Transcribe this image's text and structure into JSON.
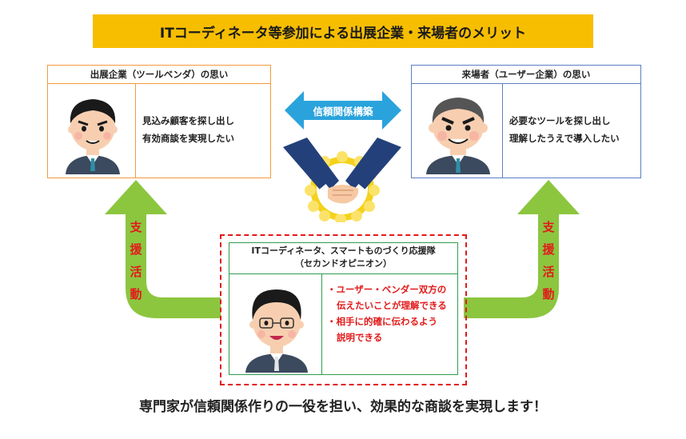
{
  "title": "ITコーディネータ等参加による出展企業・来場者のメリット",
  "left_panel": {
    "heading": "出展企業（ツールベンダ）の思い",
    "lines": [
      "見込み顧客を探し出し",
      "有効商談を実現したい"
    ]
  },
  "right_panel": {
    "heading": "来場者（ユーザー企業）の思い",
    "lines": [
      "必要なツールを探し出し",
      "理解したうえで導入したい"
    ]
  },
  "trust_arrow_label": "信頼関係構築",
  "support_label_left": [
    "支",
    "援",
    "活",
    "動"
  ],
  "support_label_right": [
    "支",
    "援",
    "活",
    "動"
  ],
  "center_panel": {
    "heading_line1": "ITコーディネータ、スマートものづくり応援隊",
    "heading_line2": "（セカンドオピニオン）",
    "bullets": [
      "・ユーザー・ベンダー双方の",
      "伝えたいことが理解できる",
      "・相手に的確に伝わるよう",
      "説明できる"
    ]
  },
  "bottom_message": "専門家が信頼関係作りの一役を担い、効果的な商談を実現します！",
  "colors": {
    "title_bg": "#f7be00",
    "left_border": "#f39a3d",
    "right_border": "#5b7fc2",
    "center_border": "#2f9e4d",
    "dashed_border": "#e21a1a",
    "arrow_green": "#8cc63f",
    "trust_arrow": "#2aa3dc",
    "accent_red": "#e21a1a"
  }
}
